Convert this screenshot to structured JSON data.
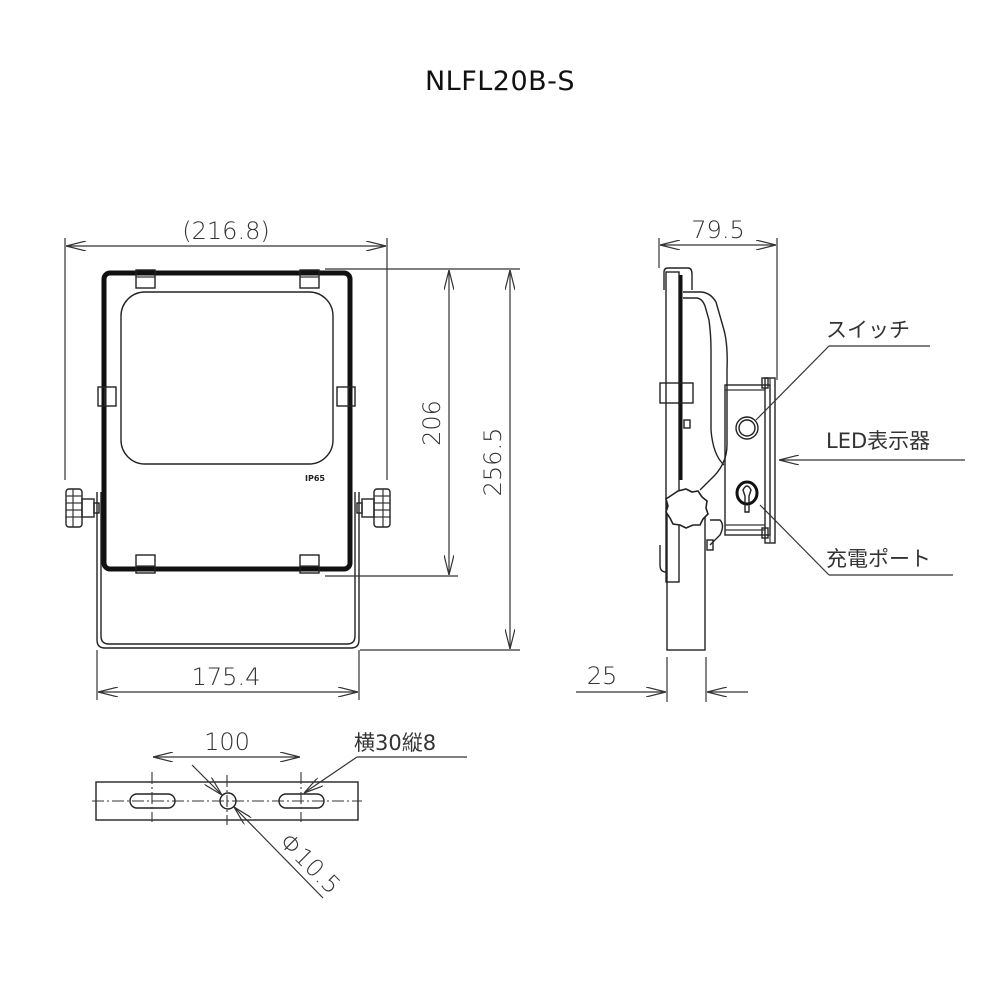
{
  "title": "NLFL20B-S",
  "front_view": {
    "overall_width": "(216.8)",
    "bracket_width": "175.4",
    "body_height": "206",
    "overall_height": "256.5",
    "badge": "IP65"
  },
  "side_view": {
    "depth": "79.5",
    "bracket_thickness": "25",
    "callouts": [
      {
        "label": "スイッチ"
      },
      {
        "label": "LED表示器"
      },
      {
        "label": "充電ポート"
      }
    ]
  },
  "bracket_view": {
    "hole_pitch": "100",
    "slot_size": "横30縦8",
    "hole_diameter": "Φ10.5"
  }
}
